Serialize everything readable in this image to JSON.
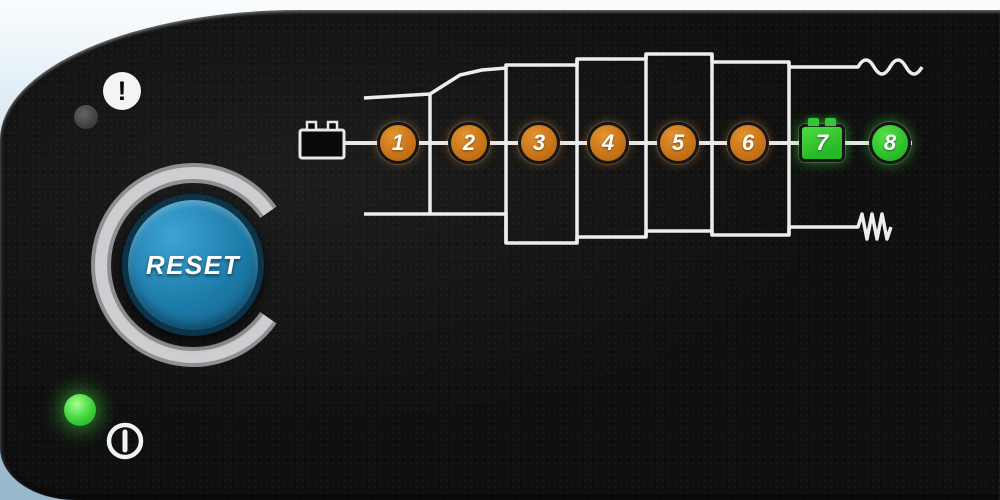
{
  "device": {
    "name": "battery-charger-front-panel",
    "reset_button_label": "RESET"
  },
  "glyphs": {
    "warning": "!"
  },
  "indicators": {
    "error_led": {
      "state": "off",
      "color": "#4b4b4b",
      "icon": "warning-exclamation"
    },
    "power_led": {
      "state": "on",
      "color": "#3cd23a",
      "icon": "power-symbol"
    }
  },
  "stages": {
    "start_icon": "battery-icon",
    "items": [
      {
        "number": "1",
        "color": "#c8731d",
        "status": "pending",
        "shape": "circle"
      },
      {
        "number": "2",
        "color": "#c8731d",
        "status": "pending",
        "shape": "circle"
      },
      {
        "number": "3",
        "color": "#c8731d",
        "status": "pending",
        "shape": "circle"
      },
      {
        "number": "4",
        "color": "#c8731d",
        "status": "pending",
        "shape": "circle"
      },
      {
        "number": "5",
        "color": "#c8731d",
        "status": "pending",
        "shape": "circle"
      },
      {
        "number": "6",
        "color": "#c8731d",
        "status": "pending",
        "shape": "circle"
      },
      {
        "number": "7",
        "color": "#2fc52f",
        "status": "active",
        "shape": "battery"
      },
      {
        "number": "8",
        "color": "#2fc52f",
        "status": "active",
        "shape": "circle"
      }
    ]
  },
  "colors": {
    "panel": "#101010",
    "trim_blue": "#bcd4e2",
    "button_blue": "#1d7ba9",
    "ring_silver": "#c4c4c6",
    "curve_white": "#ededed"
  }
}
